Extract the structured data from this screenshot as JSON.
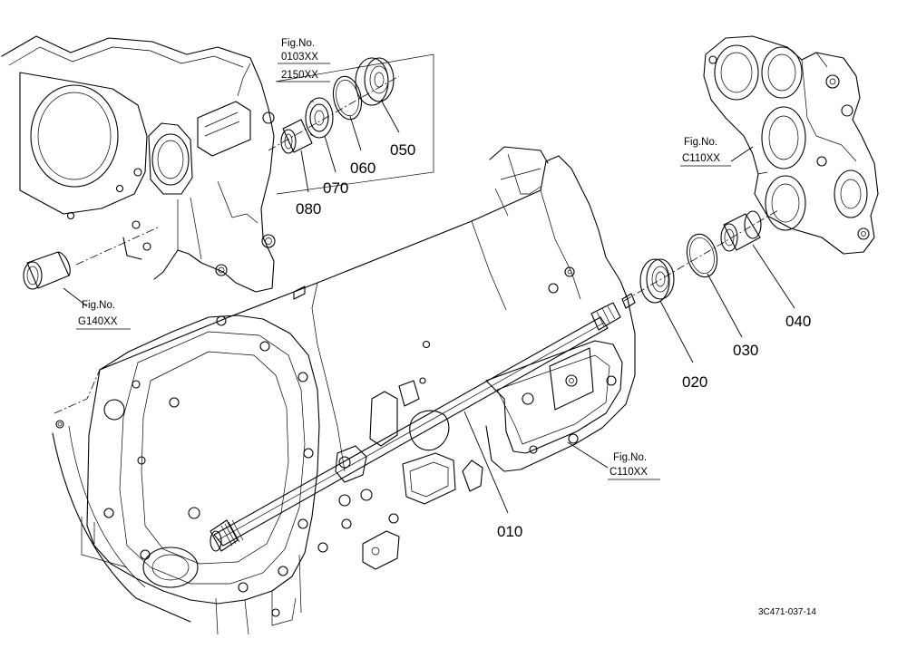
{
  "parts": {
    "p010": "010",
    "p020": "020",
    "p030": "030",
    "p040": "040",
    "p050": "050",
    "p060": "060",
    "p070": "070",
    "p080": "080"
  },
  "figure_refs": {
    "top_left": {
      "label": "Fig.No.",
      "codes": [
        "0103XX",
        "2150XX"
      ]
    },
    "left": {
      "label": "Fig.No.",
      "code": "G140XX"
    },
    "top_right": {
      "label": "Fig.No.",
      "code": "C110XX"
    },
    "center_right": {
      "label": "Fig.No.",
      "code": "C110XX"
    }
  },
  "drawing_number": "3C471-037-14"
}
